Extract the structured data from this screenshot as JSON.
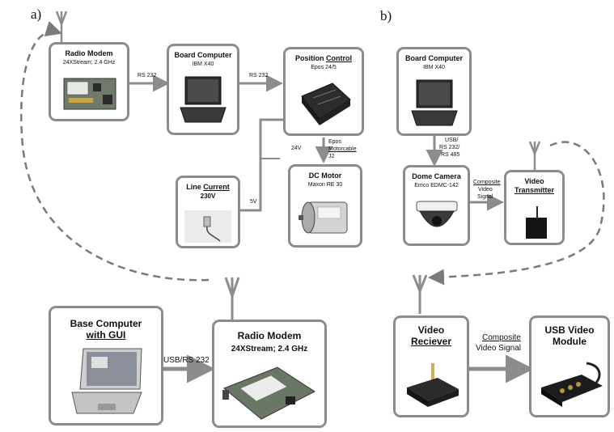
{
  "panels": {
    "a": "a)",
    "b": "b)"
  },
  "boxes": {
    "radio_modem_small": {
      "title": "Radio Modem",
      "subtitle": "24XStream; 2.4 GHz"
    },
    "board_computer_a": {
      "title": "Board Computer",
      "subtitle": "IBM X40"
    },
    "position_control": {
      "title_prefix": "Position ",
      "title_underlined": "Control",
      "subtitle": "Epos 24/5"
    },
    "line_current": {
      "title_prefix": "Line ",
      "title_underlined": "Current",
      "subtitle": "230V"
    },
    "dc_motor": {
      "title": "DC Motor",
      "subtitle": "Maxon RE 30"
    },
    "base_computer": {
      "title_line1": "Base Computer",
      "title_line2": "with GUI"
    },
    "radio_modem_big": {
      "title": "Radio Modem",
      "subtitle": "24XStream; 2.4 GHz"
    },
    "board_computer_b": {
      "title": "Board Computer",
      "subtitle": "IBM X40"
    },
    "dome_camera": {
      "title": "Dome Camera",
      "subtitle": "Emco EDMC-142"
    },
    "video_transmitter": {
      "title_line1": "Video",
      "title_line2": "Transmitter"
    },
    "video_receiver": {
      "title_line1": "Video",
      "title_line2": "Reciever"
    },
    "usb_video_module": {
      "title_line1": "USB Video",
      "title_line2": "Module"
    }
  },
  "connections": {
    "rs232_a": "RS 232",
    "rs232_b": "RS 232",
    "v24": "24V",
    "v5": "5V",
    "epos_line1": "Epos",
    "epos_line2": "Motorcable",
    "epos_line3": "J2",
    "usb_rs232": "USB/RS 232",
    "usb_line1": "USB/",
    "usb_line2": "RS 232/",
    "usb_line3": "RS 485",
    "composite_small_line1": "Composite",
    "composite_small_line2": "Video",
    "composite_small_line3": "Signal",
    "composite_big_line1": "Composite",
    "composite_big_line2": "Video Signal"
  },
  "colors": {
    "border": "#8c8c8c",
    "arrow": "#8c8c8c",
    "dashed_link": "#7a7a7a"
  }
}
